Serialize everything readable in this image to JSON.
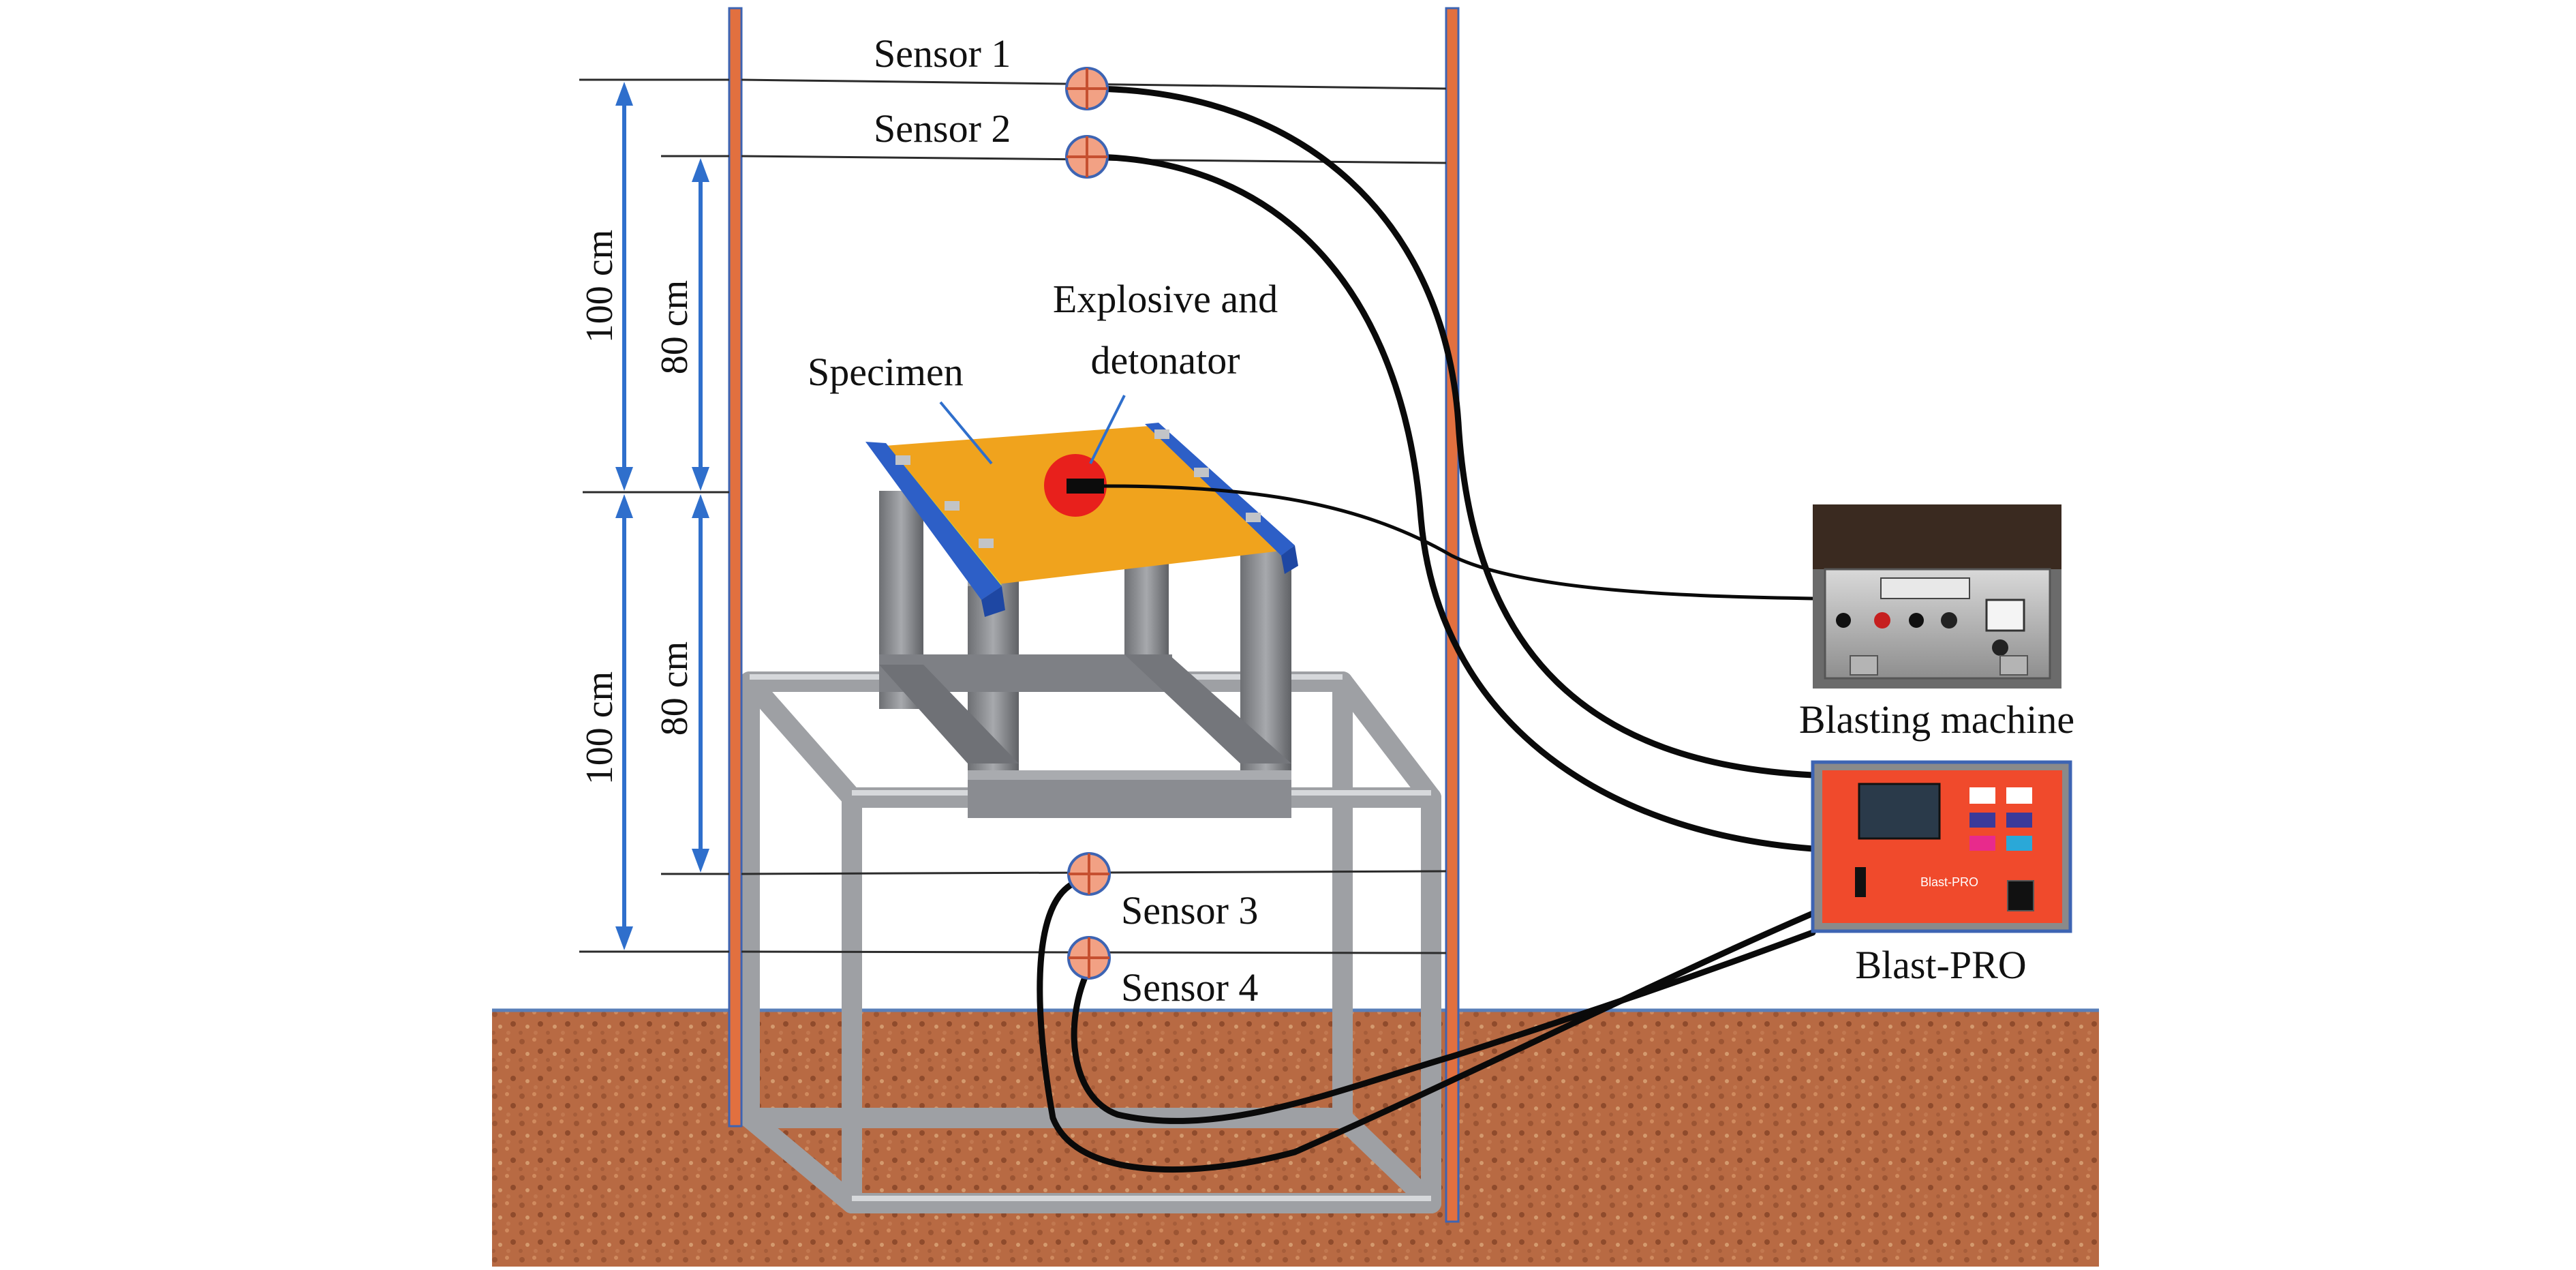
{
  "labels": {
    "sensor1": "Sensor 1",
    "sensor2": "Sensor 2",
    "sensor3": "Sensor 3",
    "sensor4": "Sensor 4",
    "explosive_line1": "Explosive and",
    "explosive_line2": "detonator",
    "specimen": "Specimen",
    "blasting_machine": "Blasting machine",
    "blast_pro": "Blast-PRO"
  },
  "dimensions": {
    "upper_outer": "100 cm",
    "upper_inner": "80 cm",
    "lower_outer": "100 cm",
    "lower_inner": "80 cm"
  },
  "device": {
    "brand_text": "Blast-PRO"
  },
  "colors": {
    "ground": "#b86a43",
    "pole": "#e2703f",
    "dimension_arrow": "#2f6fcc",
    "specimen": "#f0a31d",
    "frame": "#8a8c90",
    "explosive": "#e8201c",
    "sensor": "#f2a184",
    "device_panel": "#f04a2c"
  }
}
